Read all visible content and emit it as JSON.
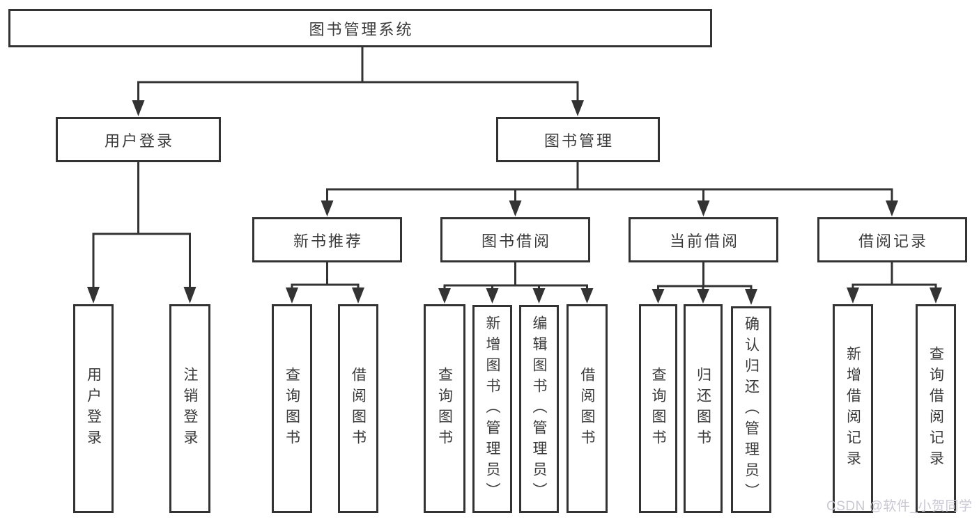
{
  "diagram": {
    "title_node": "图书管理系统",
    "nodes": {
      "root": "图书管理系统",
      "user_login": "用户登录",
      "book_mgmt": "图书管理",
      "leaf_user_login": "用户登录",
      "leaf_logout": "注销登录",
      "new_book_rec": "新书推荐",
      "book_borrow": "图书借阅",
      "current_borrow": "当前借阅",
      "borrow_record": "借阅记录",
      "rec_query_book": "查询图书",
      "rec_borrow_book": "借阅图书",
      "bb_query_book": "查询图书",
      "bb_add_book": "新增图书（管理员）",
      "bb_edit_book": "编辑图书（管理员）",
      "bb_borrow_book": "借阅图书",
      "cb_query_book": "查询图书",
      "cb_return_book": "归还图书",
      "cb_confirm_return": "确认归还（管理员）",
      "br_add_record": "新增借阅记录",
      "br_query_record": "查询借阅记录"
    },
    "colors": {
      "line": "#333333",
      "box_border": "#333333",
      "box_background": "#ffffff",
      "text": "#3a3a3a",
      "watermark_text": "#c9c7d4"
    }
  },
  "watermark": "CSDN @软件_小贺同学"
}
